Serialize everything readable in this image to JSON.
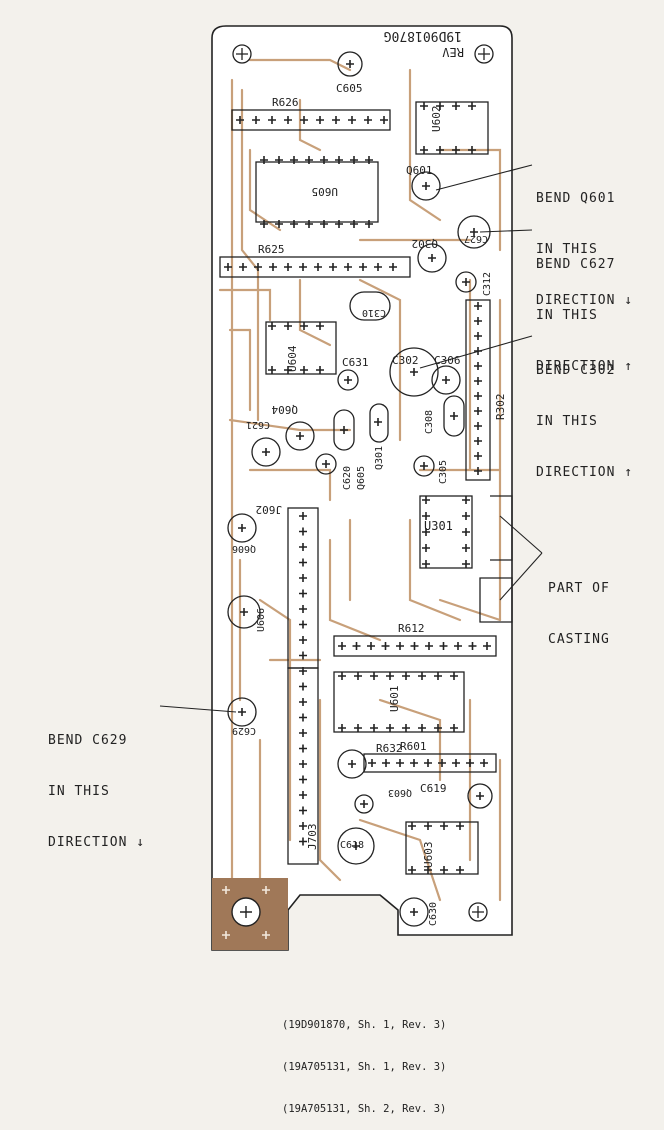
{
  "board": {
    "part_number": "19D901870G",
    "rev_label": "REV",
    "reference_labels": [
      {
        "id": "r626",
        "text": "R626"
      },
      {
        "id": "c605",
        "text": "C605"
      },
      {
        "id": "u605",
        "text": "U605"
      },
      {
        "id": "u602",
        "text": "U602"
      },
      {
        "id": "q601",
        "text": "Q601"
      },
      {
        "id": "r625",
        "text": "R625"
      },
      {
        "id": "q302",
        "text": "Q302"
      },
      {
        "id": "c627",
        "text": "C627"
      },
      {
        "id": "c312",
        "text": "C312"
      },
      {
        "id": "c310",
        "text": "C310"
      },
      {
        "id": "u604",
        "text": "U604"
      },
      {
        "id": "c631",
        "text": "C631"
      },
      {
        "id": "c302",
        "text": "C302"
      },
      {
        "id": "c306",
        "text": "C306"
      },
      {
        "id": "r302",
        "text": "R302"
      },
      {
        "id": "q604",
        "text": "Q604"
      },
      {
        "id": "c621",
        "text": "C621"
      },
      {
        "id": "q301",
        "text": "Q301"
      },
      {
        "id": "c308",
        "text": "C308"
      },
      {
        "id": "c305",
        "text": "C305"
      },
      {
        "id": "c620",
        "text": "C620"
      },
      {
        "id": "q605",
        "text": "Q605"
      },
      {
        "id": "j602",
        "text": "J602"
      },
      {
        "id": "u301",
        "text": "U301"
      },
      {
        "id": "q606",
        "text": "Q606"
      },
      {
        "id": "u606",
        "text": "U606"
      },
      {
        "id": "r612",
        "text": "R612"
      },
      {
        "id": "u601",
        "text": "U601"
      },
      {
        "id": "c629",
        "text": "C629"
      },
      {
        "id": "r632",
        "text": "R632"
      },
      {
        "id": "r601",
        "text": "R601"
      },
      {
        "id": "q603",
        "text": "Q603"
      },
      {
        "id": "c619",
        "text": "C619"
      },
      {
        "id": "j703",
        "text": "J703"
      },
      {
        "id": "c618",
        "text": "C618"
      },
      {
        "id": "u603",
        "text": "U603"
      },
      {
        "id": "c630",
        "text": "C630"
      }
    ]
  },
  "callouts": [
    {
      "id": "q601",
      "lines": [
        "BEND Q601",
        "IN THIS",
        "DIRECTION"
      ],
      "arrow": "down"
    },
    {
      "id": "c627",
      "lines": [
        "BEND C627",
        "IN THIS",
        "DIRECTION"
      ],
      "arrow": "up"
    },
    {
      "id": "c302",
      "lines": [
        "BEND C302",
        "IN THIS",
        "DIRECTION"
      ],
      "arrow": "up"
    },
    {
      "id": "casting",
      "lines": [
        "PART OF",
        "CASTING"
      ],
      "arrow": ""
    },
    {
      "id": "c629",
      "lines": [
        "BEND C629",
        "IN THIS",
        "DIRECTION"
      ],
      "arrow": "down"
    }
  ],
  "caption_lines": [
    "(19D901870, Sh. 1, Rev. 3)",
    "(19A705131, Sh. 1, Rev. 3)",
    "(19A705131, Sh. 2, Rev. 3)"
  ],
  "colors": {
    "trace": "#c8a07a",
    "ink": "#222222",
    "board_bg": "#ffffff",
    "page_bg": "#f3f1ec",
    "pad_fill": "#8d6a4e",
    "ground_pad": "#a07858"
  }
}
